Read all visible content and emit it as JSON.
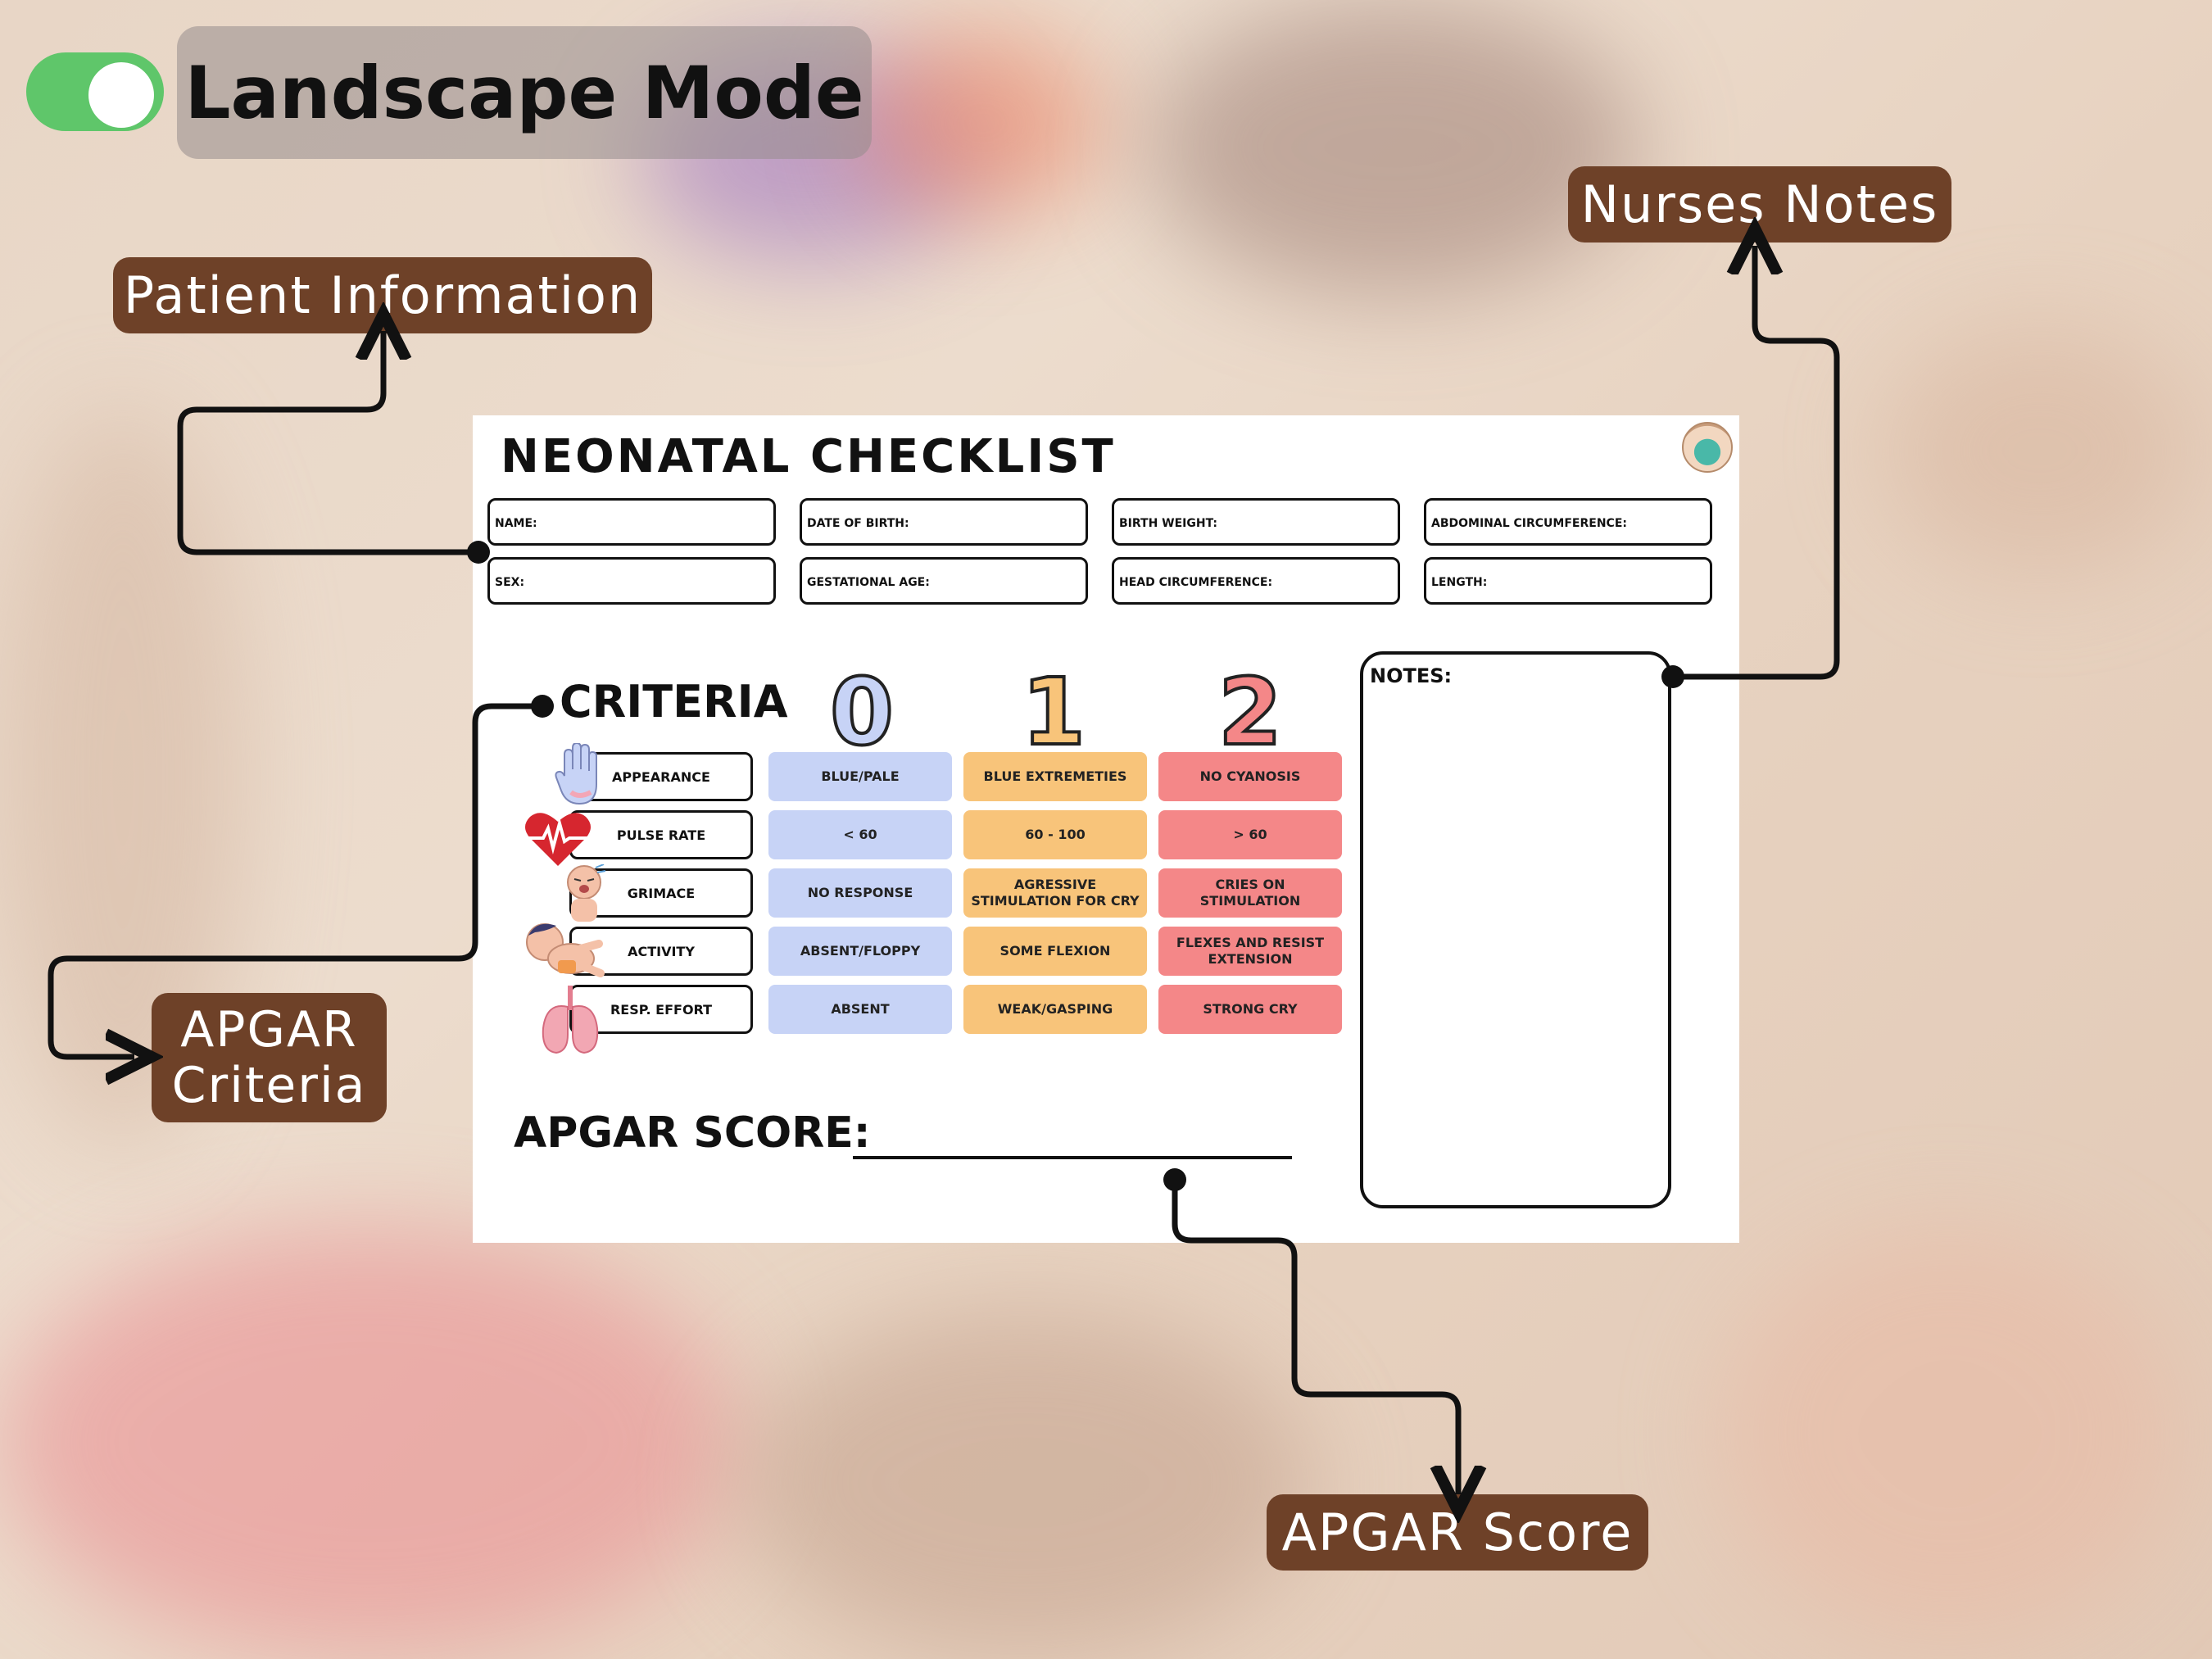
{
  "header": {
    "toggle_state": "on",
    "mode_label": "Landscape Mode"
  },
  "callouts": {
    "patient_information": "Patient Information",
    "nurses_notes": "Nurses Notes",
    "apgar_criteria": "APGAR\nCriteria",
    "apgar_score": "APGAR Score"
  },
  "colors": {
    "toggle_on": "#5fc66a",
    "callout_bg": "#6e4128",
    "score0_fill": "#c7d3f6",
    "score1_fill": "#f8c47a",
    "score2_fill": "#f48788"
  },
  "sheet": {
    "title": "NEONATAL CHECKLIST",
    "fields": [
      "NAME:",
      "DATE OF BIRTH:",
      "BIRTH WEIGHT:",
      "ABDOMINAL CIRCUMFERENCE:",
      "SEX:",
      "GESTATIONAL AGE:",
      "HEAD CIRCUMFERENCE:",
      "LENGTH:"
    ],
    "criteria_heading": "CRITERIA",
    "score_columns": [
      "0",
      "1",
      "2"
    ],
    "criteria": [
      {
        "label": "APPEARANCE",
        "icon": "hand-icon",
        "s0": "BLUE/PALE",
        "s1": "BLUE EXTREMETIES",
        "s2": "NO CYANOSIS"
      },
      {
        "label": "PULSE RATE",
        "icon": "heart-icon",
        "s0": "< 60",
        "s1": "60 - 100",
        "s2": "> 60"
      },
      {
        "label": "GRIMACE",
        "icon": "crying-baby-icon",
        "s0": "NO RESPONSE",
        "s1": "AGRESSIVE STIMULATION FOR CRY",
        "s2": "CRIES ON STIMULATION"
      },
      {
        "label": "ACTIVITY",
        "icon": "baby-icon",
        "s0": "ABSENT/FLOPPY",
        "s1": "SOME FLEXION",
        "s2": "FLEXES AND RESIST EXTENSION"
      },
      {
        "label": "RESP. EFFORT",
        "icon": "lungs-icon",
        "s0": "ABSENT",
        "s1": "WEAK/GASPING",
        "s2": "STRONG CRY"
      }
    ],
    "apgar_score_label": "APGAR SCORE:",
    "notes_label": "NOTES:"
  }
}
